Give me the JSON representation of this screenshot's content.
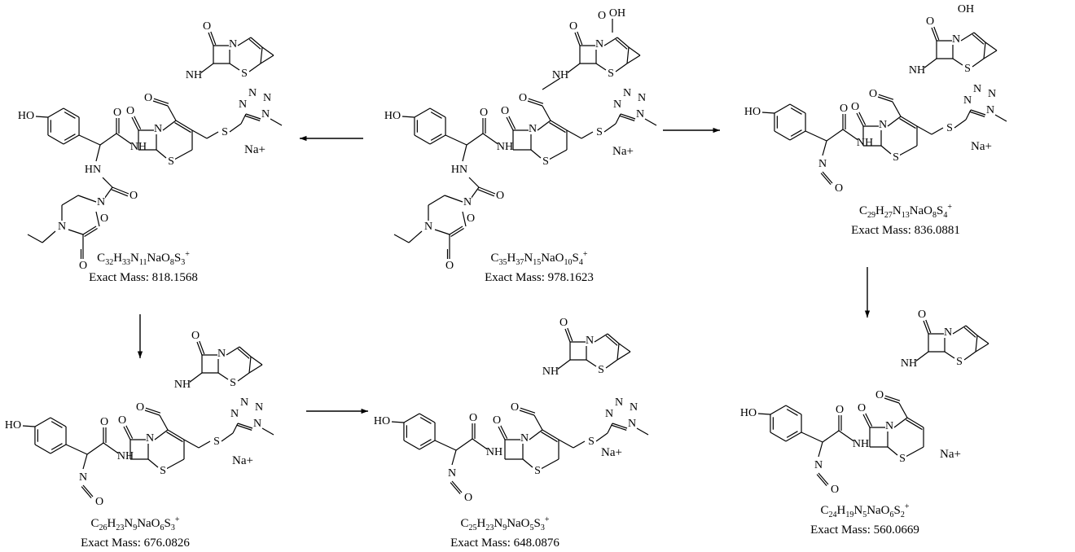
{
  "compounds": [
    {
      "id": "parent",
      "formula_parts": [
        [
          "C",
          ""
        ],
        [
          "35",
          ""
        ],
        [
          "H",
          ""
        ],
        [
          "37",
          ""
        ],
        [
          "N",
          ""
        ],
        [
          "15",
          ""
        ],
        [
          "NaO",
          ""
        ],
        [
          "10",
          ""
        ],
        [
          "S",
          ""
        ],
        [
          "4",
          ""
        ]
      ],
      "formula": "C35H37N15NaO10S4+",
      "mass": "Exact Mass: 978.1623",
      "counter_ion": "Na+"
    },
    {
      "id": "left-product",
      "formula": "C32H33N11NaO8S3+",
      "mass": "Exact Mass: 818.1568",
      "counter_ion": "Na+"
    },
    {
      "id": "right-product",
      "formula": "C29H27N13NaO8S4+",
      "mass": "Exact Mass: 836.0881",
      "counter_ion": "Na+"
    },
    {
      "id": "bottom-left",
      "formula": "C26H23N9NaO6S3+",
      "mass": "Exact Mass: 676.0826",
      "counter_ion": "Na+"
    },
    {
      "id": "bottom-middle",
      "formula": "C25H23N9NaO5S3+",
      "mass": "Exact Mass: 648.0876",
      "counter_ion": "Na+"
    },
    {
      "id": "bottom-right",
      "formula": "C24H19N5NaO6S2+",
      "mass": "Exact Mass: 560.0669",
      "counter_ion": "Na+"
    }
  ],
  "formula_html": {
    "parent": [
      "C",
      "35",
      "H",
      "37",
      "N",
      "15",
      "NaO",
      "10",
      "S",
      "4",
      "+"
    ],
    "left-product": [
      "C",
      "32",
      "H",
      "33",
      "N",
      "11",
      "NaO",
      "8",
      "S",
      "3",
      "+"
    ],
    "right-product": [
      "C",
      "29",
      "H",
      "27",
      "N",
      "13",
      "NaO",
      "8",
      "S",
      "4",
      "+"
    ],
    "bottom-left": [
      "C",
      "26",
      "H",
      "23",
      "N",
      "9",
      "NaO",
      "6",
      "S",
      "3",
      "+"
    ],
    "bottom-middle": [
      "C",
      "25",
      "H",
      "23",
      "N",
      "9",
      "NaO",
      "5",
      "S",
      "3",
      "+"
    ],
    "bottom-right": [
      "C",
      "24",
      "H",
      "19",
      "N",
      "5",
      "NaO",
      "6",
      "S",
      "2",
      "+"
    ]
  },
  "atom_labels": {
    "HO": "HO",
    "NH": "NH",
    "HN": "HN",
    "N": "N",
    "O": "O",
    "S": "S",
    "OH": "OH"
  },
  "arrows": [
    {
      "from": "parent",
      "to": "left-product",
      "direction": "left"
    },
    {
      "from": "parent",
      "to": "right-product",
      "direction": "right"
    },
    {
      "from": "left-product",
      "to": "bottom-left",
      "direction": "down"
    },
    {
      "from": "right-product",
      "to": "bottom-right",
      "direction": "down"
    },
    {
      "from": "bottom-left",
      "to": "bottom-middle",
      "direction": "right"
    }
  ]
}
